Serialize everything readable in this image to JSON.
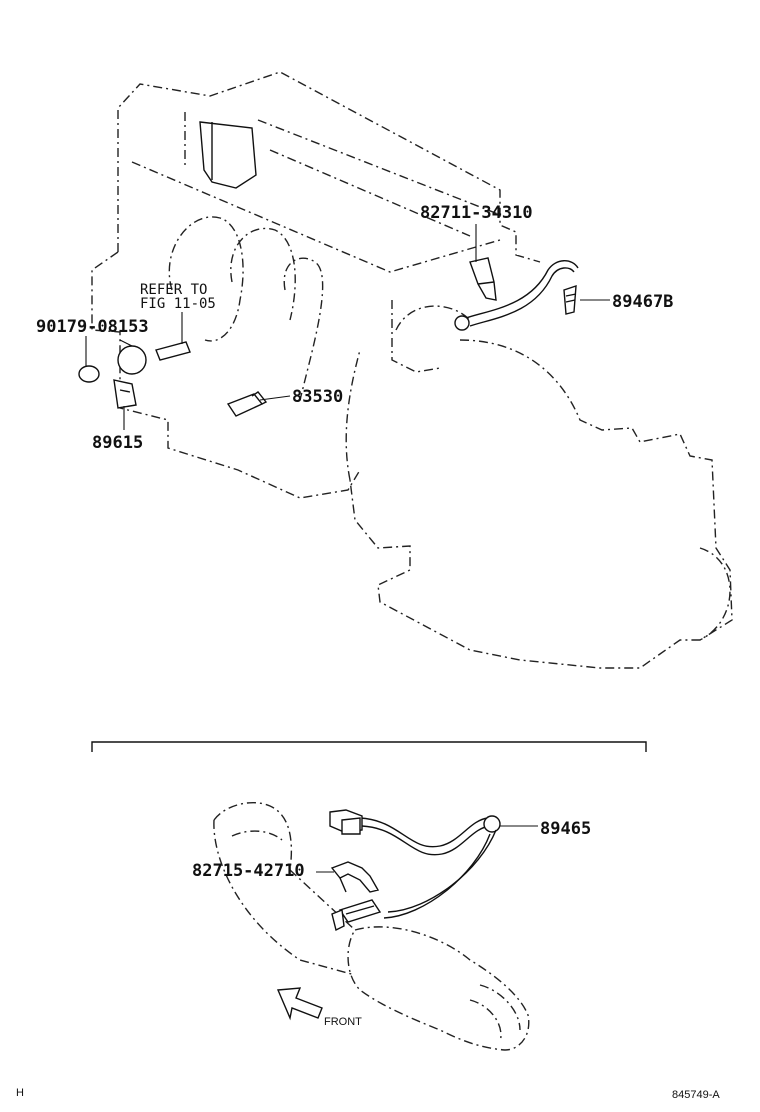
{
  "labels": {
    "p82711": "82711-34310",
    "p89467B": "89467B",
    "refer_line1": "REFER TO",
    "refer_line2": "FIG 11-05",
    "p90179": "90179-08153",
    "p83530": "83530",
    "p89615": "89615",
    "p89465": "89465",
    "p82715": "82715-42710",
    "front": "FRONT",
    "corner_mark": "H",
    "figure_id": "845749-A"
  }
}
